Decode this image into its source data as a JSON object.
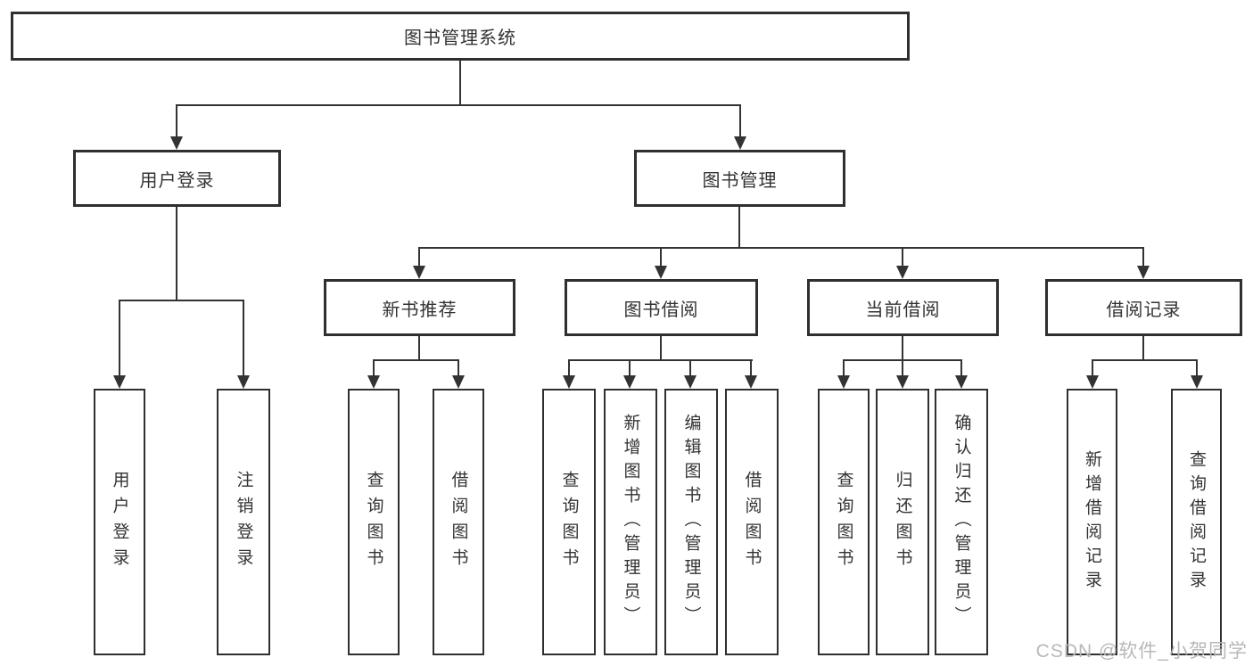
{
  "diagram": {
    "type": "tree",
    "root": {
      "label": "图书管理系统",
      "children": [
        {
          "label": "用户登录",
          "children": [
            {
              "label": "用户登录"
            },
            {
              "label": "注销登录"
            }
          ]
        },
        {
          "label": "图书管理",
          "children": [
            {
              "label": "新书推荐",
              "children": [
                {
                  "label": "查询图书"
                },
                {
                  "label": "借阅图书"
                }
              ]
            },
            {
              "label": "图书借阅",
              "children": [
                {
                  "label": "查询图书"
                },
                {
                  "label": "新增图书（管理员）"
                },
                {
                  "label": "编辑图书（管理员）"
                },
                {
                  "label": "借阅图书"
                }
              ]
            },
            {
              "label": "当前借阅",
              "children": [
                {
                  "label": "查询图书"
                },
                {
                  "label": "归还图书"
                },
                {
                  "label": "确认归还（管理员）"
                }
              ]
            },
            {
              "label": "借阅记录",
              "children": [
                {
                  "label": "新增借阅记录"
                },
                {
                  "label": "查询借阅记录"
                }
              ]
            }
          ]
        }
      ]
    }
  },
  "watermark": {
    "text": "CSDN @软件_小贺同学"
  },
  "colors": {
    "line": "#333333",
    "border": "#2f2f2f",
    "text": "#333333",
    "watermark": "#b8b8b8",
    "background": "#ffffff"
  }
}
